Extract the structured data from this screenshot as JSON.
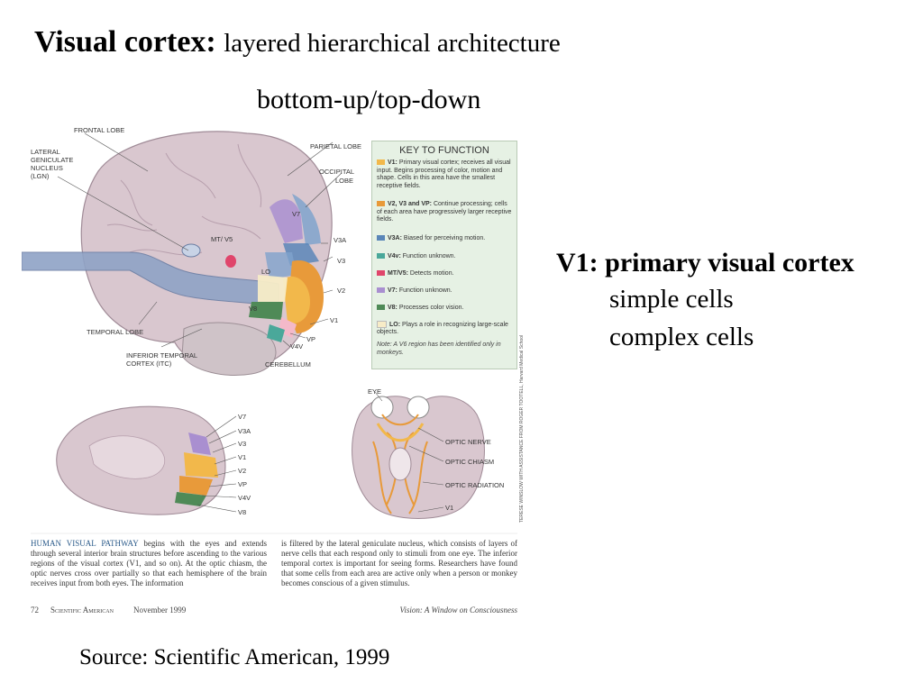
{
  "title": {
    "bold": "Visual cortex:",
    "rest": "layered hierarchical architecture"
  },
  "subtitle": "bottom-up/top-down",
  "figure": {
    "labels": {
      "frontal_lobe": "FRONTAL LOBE",
      "lgn_1": "LATERAL",
      "lgn_2": "GENICULATE",
      "lgn_3": "NUCLEUS",
      "lgn_4": "(LGN)",
      "parietal_lobe": "PARIETAL LOBE",
      "occipital_1": "OCCIPITAL",
      "occipital_2": "LOBE",
      "v7": "V7",
      "mt_v5": "MT/ V5",
      "v3a": "V3A",
      "v3": "V3",
      "lo": "LO",
      "v2": "V2",
      "v8": "V8",
      "v1": "V1",
      "vp": "VP",
      "v4v": "V4v",
      "temporal_lobe": "TEMPORAL LOBE",
      "itc_1": "INFERIOR TEMPORAL",
      "itc_2": "CORTEX (ITC)",
      "cerebellum": "CEREBELLUM",
      "eye": "EYE",
      "optic_nerve": "OPTIC NERVE",
      "optic_chiasm": "OPTIC CHIASM",
      "optic_radiation": "OPTIC RADIATION",
      "m_v7": "V7",
      "m_v3a": "V3A",
      "m_v3": "V3",
      "m_v1": "V1",
      "m_v2": "V2",
      "m_vp": "VP",
      "m_v4v": "V4v",
      "m_v8": "V8",
      "b_v1": "V1"
    },
    "key": {
      "heading": "KEY TO FUNCTION",
      "items": [
        {
          "label": "V1:",
          "text": "Primary visual cortex; receives all visual input. Begins processing of color, motion and shape. Cells in this area have the smallest receptive fields."
        },
        {
          "label": "V2, V3 and VP:",
          "text": "Continue processing; cells of each area have progressively larger receptive fields."
        },
        {
          "label": "V3A:",
          "text": "Biased for perceiving motion."
        },
        {
          "label": "V4v:",
          "text": "Function unknown."
        },
        {
          "label": "MT/V5:",
          "text": "Detects motion."
        },
        {
          "label": "V7:",
          "text": "Function unknown."
        },
        {
          "label": "V8:",
          "text": "Processes color vision."
        },
        {
          "label": "LO:",
          "text": "Plays a role in recognizing large-scale objects."
        }
      ],
      "note": "Note: A V6 region has been identified only in monkeys."
    },
    "credit": "TERESE WINSLOW WITH ASSISTANCE FROM ROGER TOOTELL, Harvard Medical School",
    "caption_left_lead": "HUMAN VISUAL PATHWAY",
    "caption_left": "begins with the eyes and extends through several interior brain structures before ascending to the various regions of the visual cortex (V1, and so on). At the optic chiasm, the optic nerves cross over partially so that each hemisphere of the brain receives input from both eyes. The information",
    "caption_right": "is filtered by the lateral geniculate nucleus, which consists of layers of nerve cells that each respond only to stimuli from one eye. The inferior temporal cortex is important for seeing forms. Researchers have found that some cells from each area are active only when a person or monkey becomes conscious of a given stimulus.",
    "page_number": "72",
    "magazine": "Scientific American",
    "issue_date": "November 1999",
    "article": "Vision: A Window on Consciousness",
    "colors": {
      "v1": "#f2b84b",
      "v2": "#e89a3a",
      "v3": "#7fa3cc",
      "vp": "#f4b9c9",
      "v3a": "#5a86b8",
      "v4v": "#4aa89a",
      "mt": "#e0456b",
      "v7": "#a98fd0",
      "v8": "#4f8a57",
      "lo": "#f7ecc7"
    }
  },
  "side": {
    "heading": "V1: primary visual cortex",
    "lines": [
      "simple cells",
      "complex cells"
    ]
  },
  "source": "Source: Scientific American, 1999"
}
